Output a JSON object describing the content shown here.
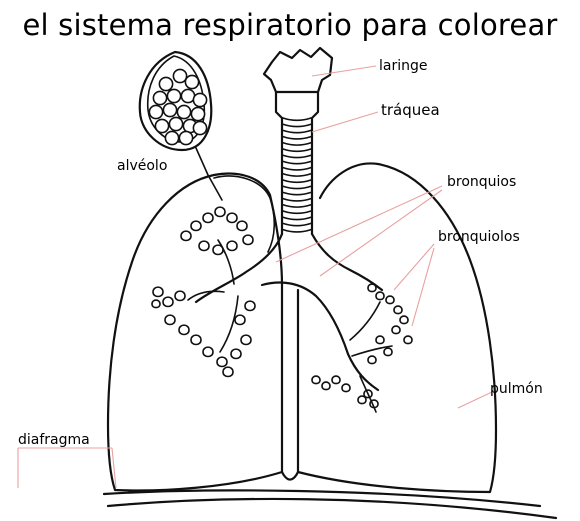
{
  "title": "el sistema respiratorio para colorear",
  "labels": {
    "laringe": "laringe",
    "traquea": "tráquea",
    "alveolo": "alvéolo",
    "bronquios": "bronquios",
    "bronquiolos": "bronquiolos",
    "pulmon": "pulmón",
    "diafragma": "diafragma"
  },
  "colors": {
    "ink": "#111111",
    "leader": "#e9a0a0"
  }
}
